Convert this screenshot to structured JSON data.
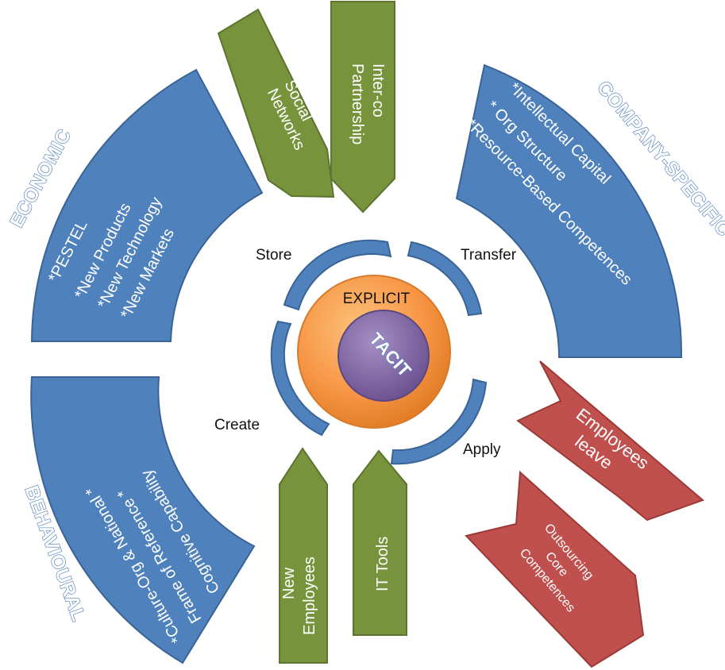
{
  "headings": {
    "economic": "ECONOMIC",
    "company_specific": "COMPANY-SPECIFIC",
    "behavioural": "BEHAVIOURAL"
  },
  "economic_items": [
    "*PESTEL",
    "*New Products",
    "*New Technology",
    "*New Markets"
  ],
  "company_items": [
    "*Intellectual Capital",
    "* Org Structure",
    "*Resource-Based Competences"
  ],
  "behavioural_items": [
    "Cognitive Capability",
    "Frame of Reference *",
    "*Culture-Org & National *"
  ],
  "inflows": {
    "social_networks": [
      "Social",
      "Networks"
    ],
    "interco_partnership": [
      "Inter-co",
      "Partnership"
    ],
    "new_employees": [
      "New",
      "Employees"
    ],
    "it_tools": "IT Tools"
  },
  "outflows": {
    "employees_leave": [
      "Employees",
      "leave"
    ],
    "outsourcing": [
      "Outsourcing",
      "Core",
      "Competences"
    ]
  },
  "cycle": {
    "store": "Store",
    "transfer": "Transfer",
    "create": "Create",
    "apply": "Apply"
  },
  "core": {
    "explicit": "EXPLICIT",
    "tacit": "TACIT"
  },
  "colors": {
    "blue": "#4f81bd",
    "green": "#77933c",
    "red": "#c0504d",
    "orange": "#f79646",
    "purple": "#8064a2"
  }
}
